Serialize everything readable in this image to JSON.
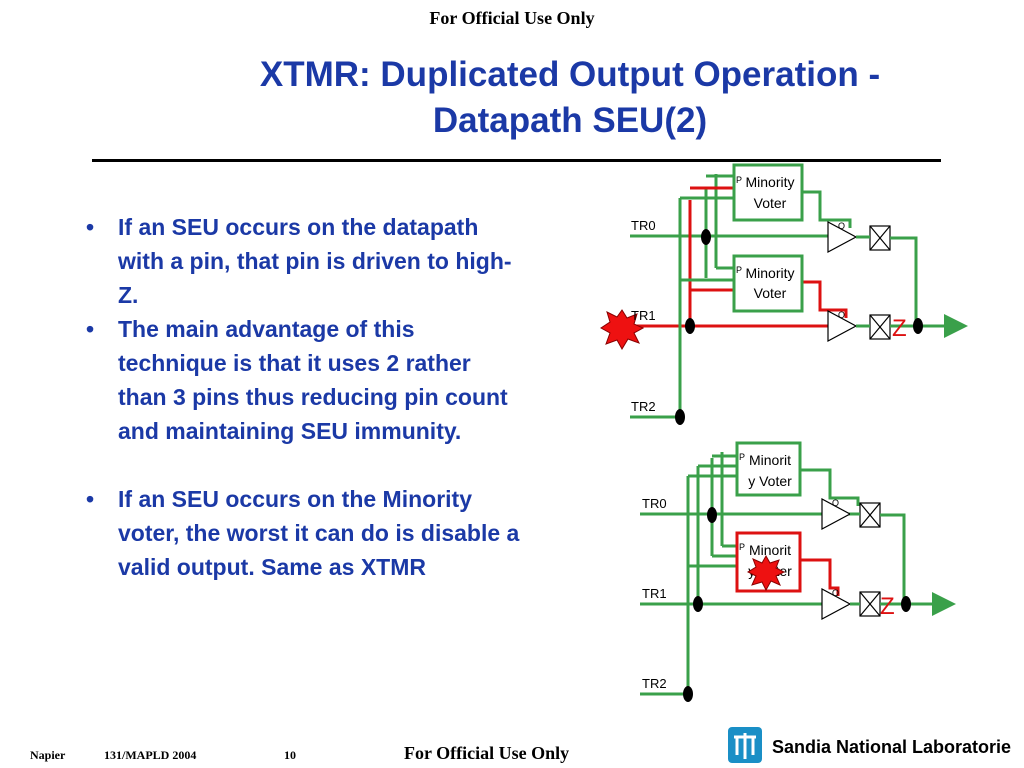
{
  "header": {
    "classification": "For Official Use Only"
  },
  "title": {
    "line1": "XTMR: Duplicated Output Operation -",
    "line2": "Datapath SEU(2)"
  },
  "bullets": [
    "If an SEU occurs on the datapath with a pin, that pin is driven to high-Z.",
    "The main advantage of this technique is that it uses 2 rather than 3 pins thus reducing pin count and maintaining SEU immunity.",
    "If an SEU occurs on the Minority voter, the worst it can do is disable a valid output. Same as XTMR"
  ],
  "diagram_top": {
    "voter1": {
      "line1": "Minority",
      "line2": "Voter",
      "p": "P",
      "o": "O"
    },
    "voter2": {
      "line1": "Minority",
      "line2": "Voter",
      "p": "P",
      "o": "O"
    },
    "inputs": [
      "TR0",
      "TR1",
      "TR2"
    ],
    "highz": "Z"
  },
  "diagram_bottom": {
    "voter1": {
      "line1": "Minorit",
      "line2": "y Voter",
      "p": "P",
      "o": "O"
    },
    "voter2": {
      "line1": "Minorit",
      "line2": "y Voter",
      "p": "P",
      "o": "O"
    },
    "inputs": [
      "TR0",
      "TR1",
      "TR2"
    ],
    "highz": "Z"
  },
  "colors": {
    "title": "#1b39a6",
    "wire_ok": "#3aa04a",
    "wire_fault": "#dd1111",
    "seu_burst": "#ee1111"
  },
  "footer": {
    "author": "Napier",
    "conference": "131/MAPLD 2004",
    "page": "10",
    "classification": "For Official Use Only",
    "logo_text": "Sandia National Laboratories"
  }
}
